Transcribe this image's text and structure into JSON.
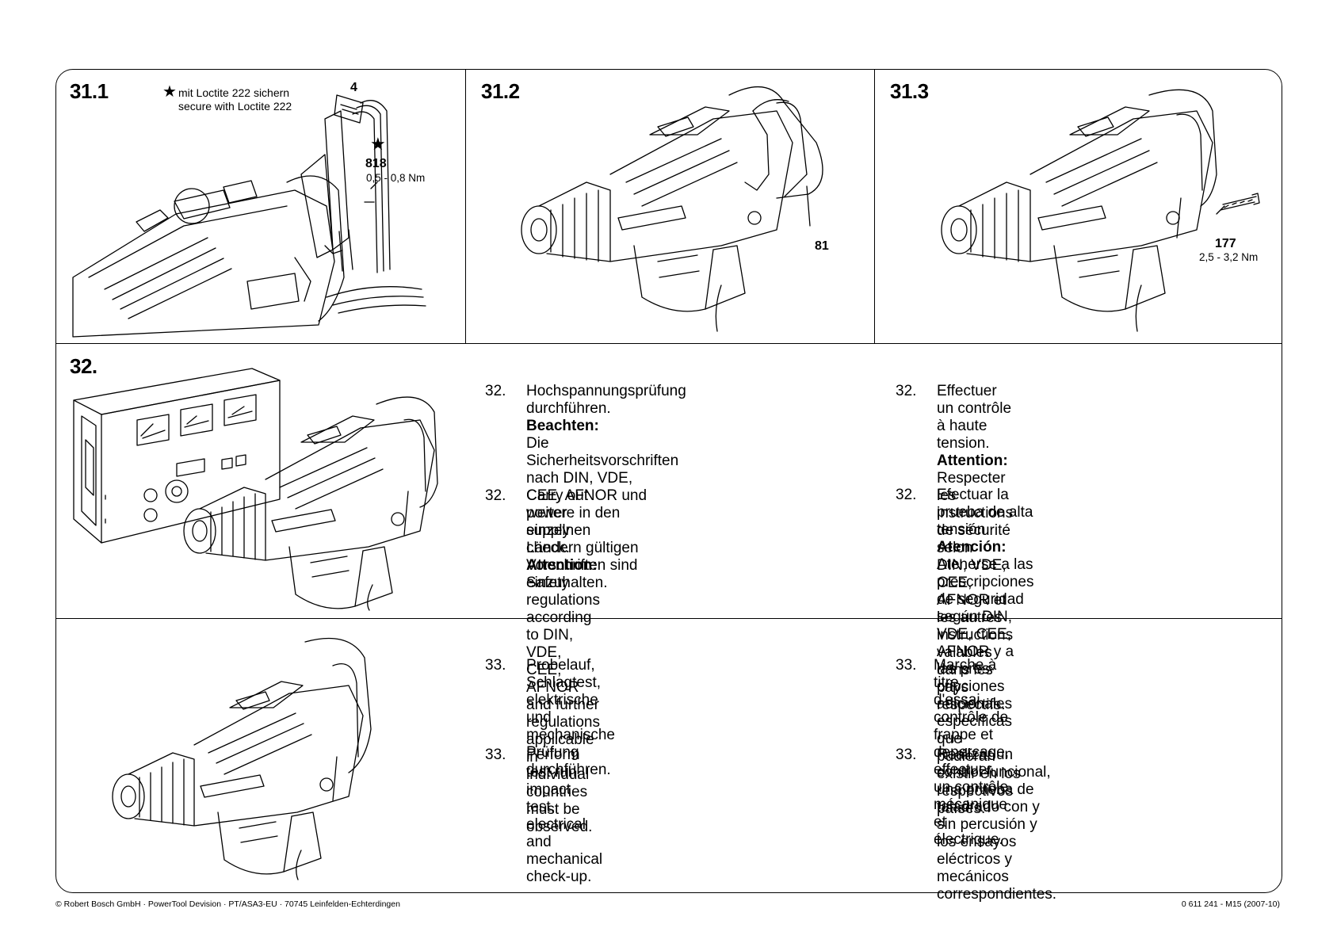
{
  "panels": {
    "p31_1": {
      "num": "31.1",
      "note_de": "mit Loctite 222 sichern",
      "note_en": "secure with Loctite 222",
      "star": "★",
      "callout_4": "4",
      "callout_818": "818",
      "torque": "0,5 - 0,8 Nm"
    },
    "p31_2": {
      "num": "31.2",
      "callout": "81"
    },
    "p31_3": {
      "num": "31.3",
      "callout": "177",
      "torque": "2,5 - 3,2 Nm"
    },
    "p32": {
      "num": "32.",
      "de": {
        "n": "32.",
        "title": "Hochspannungsprüfung durchführen.",
        "bold": "Beachten:",
        "text": "Die Sicherheitsvorschriften nach DIN, VDE,\nCEE, AFNOR und weitere in den einzelnen\nLändern gültigen Vorschriften sind einzuhalten."
      },
      "en": {
        "n": "32.",
        "title": "Carry out power supply check.",
        "bold": "Attention:",
        "text": "Safety  regulations according to DIN, VDE,\nCEE, AFNOR and further regulations\napplicable in individual countries must be\nobserved."
      },
      "fr": {
        "n": "32.",
        "title": "Effectuer un contrôle à haute tension.",
        "bold": "Attention:",
        "text": "Respecter les instructions de sécurité selon\nDIN, VDE, CEE, AFNOR et les autres\ninstructions valables dans les pays respectifs."
      },
      "es": {
        "n": "32.",
        "title": "Efectuar la prueba de alta tensión.",
        "bold": "Atención:",
        "text": "Atenerse a las prescripciones de seguridad\nsegún DIN, VDE, CEE, AFNOR y a las pres-\ncripciones adicionales específicas que\npudieran existir en los respectivos países."
      }
    },
    "p33": {
      "de": {
        "n": "33.",
        "text": "Probelauf, Schlagtest, elektrische\nund mechanische Prüfung durchführen."
      },
      "en": {
        "n": "33.",
        "text": "Perform test run, impact test, electrical\nand mechanical check-up."
      },
      "fr": {
        "n": "33.",
        "text": "Marche à titre d'essai, contrôle de frappe et\ndepercage, effectuer un contrôle mécanique\net électrique."
      },
      "es": {
        "n": "33.",
        "text": "Realizar un control funcional, una prueba de\ntaladrado con y sin percusión y los ensayos\neléctricos y mecánicos correspondientes."
      }
    }
  },
  "footer": {
    "left": "© Robert Bosch GmbH · PowerTool Devision · PT/ASA3-EU · 70745 Leinfelden-Echterdingen",
    "right": "0 611 241 - M15 (2007-10)"
  }
}
